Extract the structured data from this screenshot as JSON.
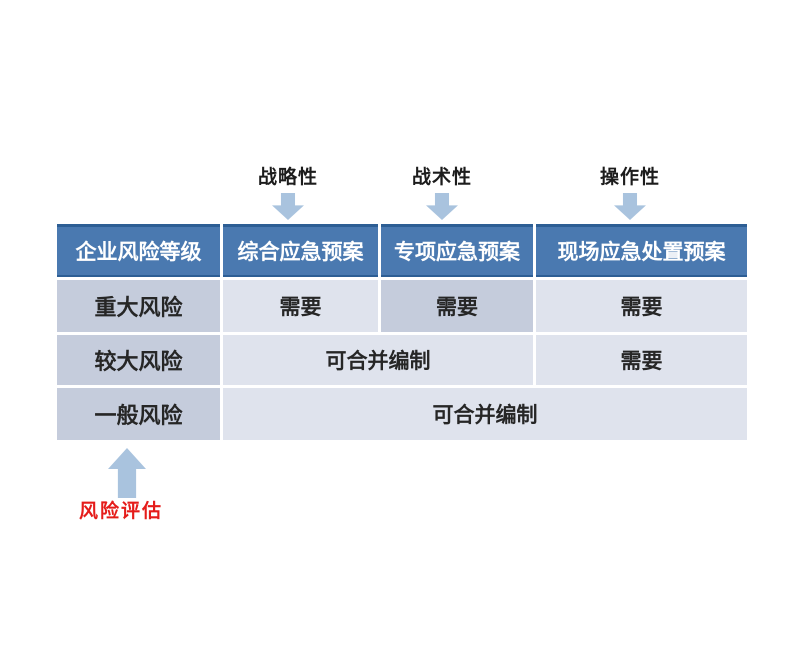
{
  "top_annotations": [
    {
      "label": "战略性"
    },
    {
      "label": "战术性"
    },
    {
      "label": "操作性"
    }
  ],
  "table": {
    "headers": [
      "企业风险等级",
      "综合应急预案",
      "专项应急预案",
      "现场应急处置预案"
    ],
    "rows": [
      {
        "level": "重大风险",
        "cells": [
          {
            "text": "需要"
          },
          {
            "text": "需要"
          },
          {
            "text": "需要"
          }
        ]
      },
      {
        "level": "较大风险",
        "cells": [
          {
            "text": "可合并编制"
          },
          {
            "text": "需要"
          }
        ]
      },
      {
        "level": "一般风险",
        "cells": [
          {
            "text": "可合并编制"
          }
        ]
      }
    ]
  },
  "bottom_annotation": {
    "label": "风险评估"
  },
  "colors": {
    "header_bg": "#4a79b0",
    "header_border": "#2d5e94",
    "header_text": "#ffffff",
    "cell_light": "#dfe3ed",
    "cell_dark": "#c5ccdc",
    "body_text": "#262626",
    "arrow": "#a9c3de",
    "annotation_red": "#e51c1a"
  }
}
